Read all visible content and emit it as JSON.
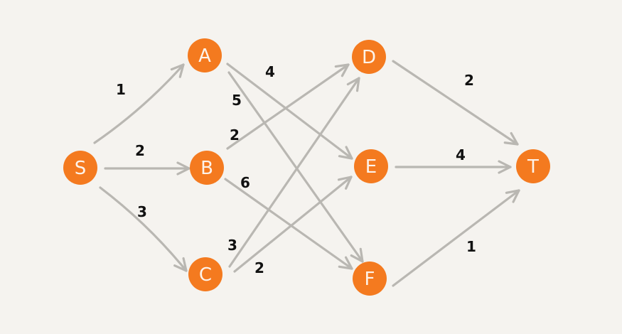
{
  "graph": {
    "nodes": [
      {
        "id": "S",
        "label": "S"
      },
      {
        "id": "A",
        "label": "A"
      },
      {
        "id": "B",
        "label": "B"
      },
      {
        "id": "C",
        "label": "C"
      },
      {
        "id": "D",
        "label": "D"
      },
      {
        "id": "E",
        "label": "E"
      },
      {
        "id": "F",
        "label": "F"
      },
      {
        "id": "T",
        "label": "T"
      }
    ],
    "edges": [
      {
        "from": "S",
        "to": "A",
        "weight": "1"
      },
      {
        "from": "S",
        "to": "B",
        "weight": "2"
      },
      {
        "from": "S",
        "to": "C",
        "weight": "3"
      },
      {
        "from": "A",
        "to": "E",
        "weight": "4"
      },
      {
        "from": "A",
        "to": "F",
        "weight": "5"
      },
      {
        "from": "B",
        "to": "D",
        "weight": "2"
      },
      {
        "from": "B",
        "to": "F",
        "weight": "6"
      },
      {
        "from": "C",
        "to": "D",
        "weight": "3"
      },
      {
        "from": "C",
        "to": "E",
        "weight": "2"
      },
      {
        "from": "D",
        "to": "T",
        "weight": "2"
      },
      {
        "from": "E",
        "to": "T",
        "weight": "4"
      },
      {
        "from": "F",
        "to": "T",
        "weight": "1"
      }
    ]
  },
  "colors": {
    "background": "#f5f3ef",
    "node_fill": "#f47a1f",
    "node_text": "#fdf3ea",
    "edge": "#b9b7b2",
    "weight_text": "#111111"
  }
}
